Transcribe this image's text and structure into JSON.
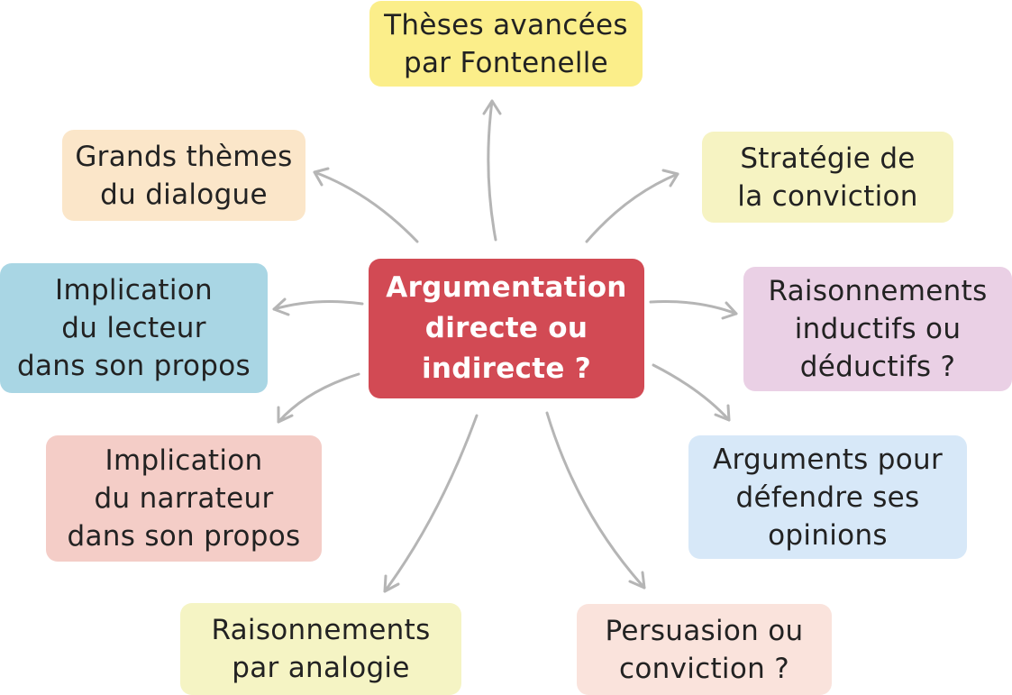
{
  "center": {
    "lines": [
      "Argumentation",
      "directe ou",
      "indirecte ?"
    ],
    "color": "#d24a54"
  },
  "nodes": [
    {
      "id": "theses",
      "lines": [
        "Thèses avancées",
        "par Fontenelle"
      ],
      "color": "#fbee8a"
    },
    {
      "id": "strategie",
      "lines": [
        "Stratégie de",
        "la conviction"
      ],
      "color": "#f6f3c2"
    },
    {
      "id": "raisonnements-inductifs",
      "lines": [
        "Raisonnements",
        "inductifs ou",
        "déductifs ?"
      ],
      "color": "#ead0e5"
    },
    {
      "id": "arguments",
      "lines": [
        "Arguments pour",
        "défendre ses",
        "opinions"
      ],
      "color": "#d7e8f8"
    },
    {
      "id": "persuasion",
      "lines": [
        "Persuasion ou",
        "conviction ?"
      ],
      "color": "#fae3dc"
    },
    {
      "id": "raisonnements-analogie",
      "lines": [
        "Raisonnements",
        "par analogie"
      ],
      "color": "#f5f4c4"
    },
    {
      "id": "implication-narrateur",
      "lines": [
        "Implication",
        "du narrateur",
        "dans son propos"
      ],
      "color": "#f4cdc7"
    },
    {
      "id": "implication-lecteur",
      "lines": [
        "Implication",
        "du lecteur",
        "dans son propos"
      ],
      "color": "#a9d6e4"
    },
    {
      "id": "grands-themes",
      "lines": [
        "Grands thèmes",
        "du dialogue"
      ],
      "color": "#fbe6c9"
    }
  ],
  "arrow_color": "#b5b5b5"
}
